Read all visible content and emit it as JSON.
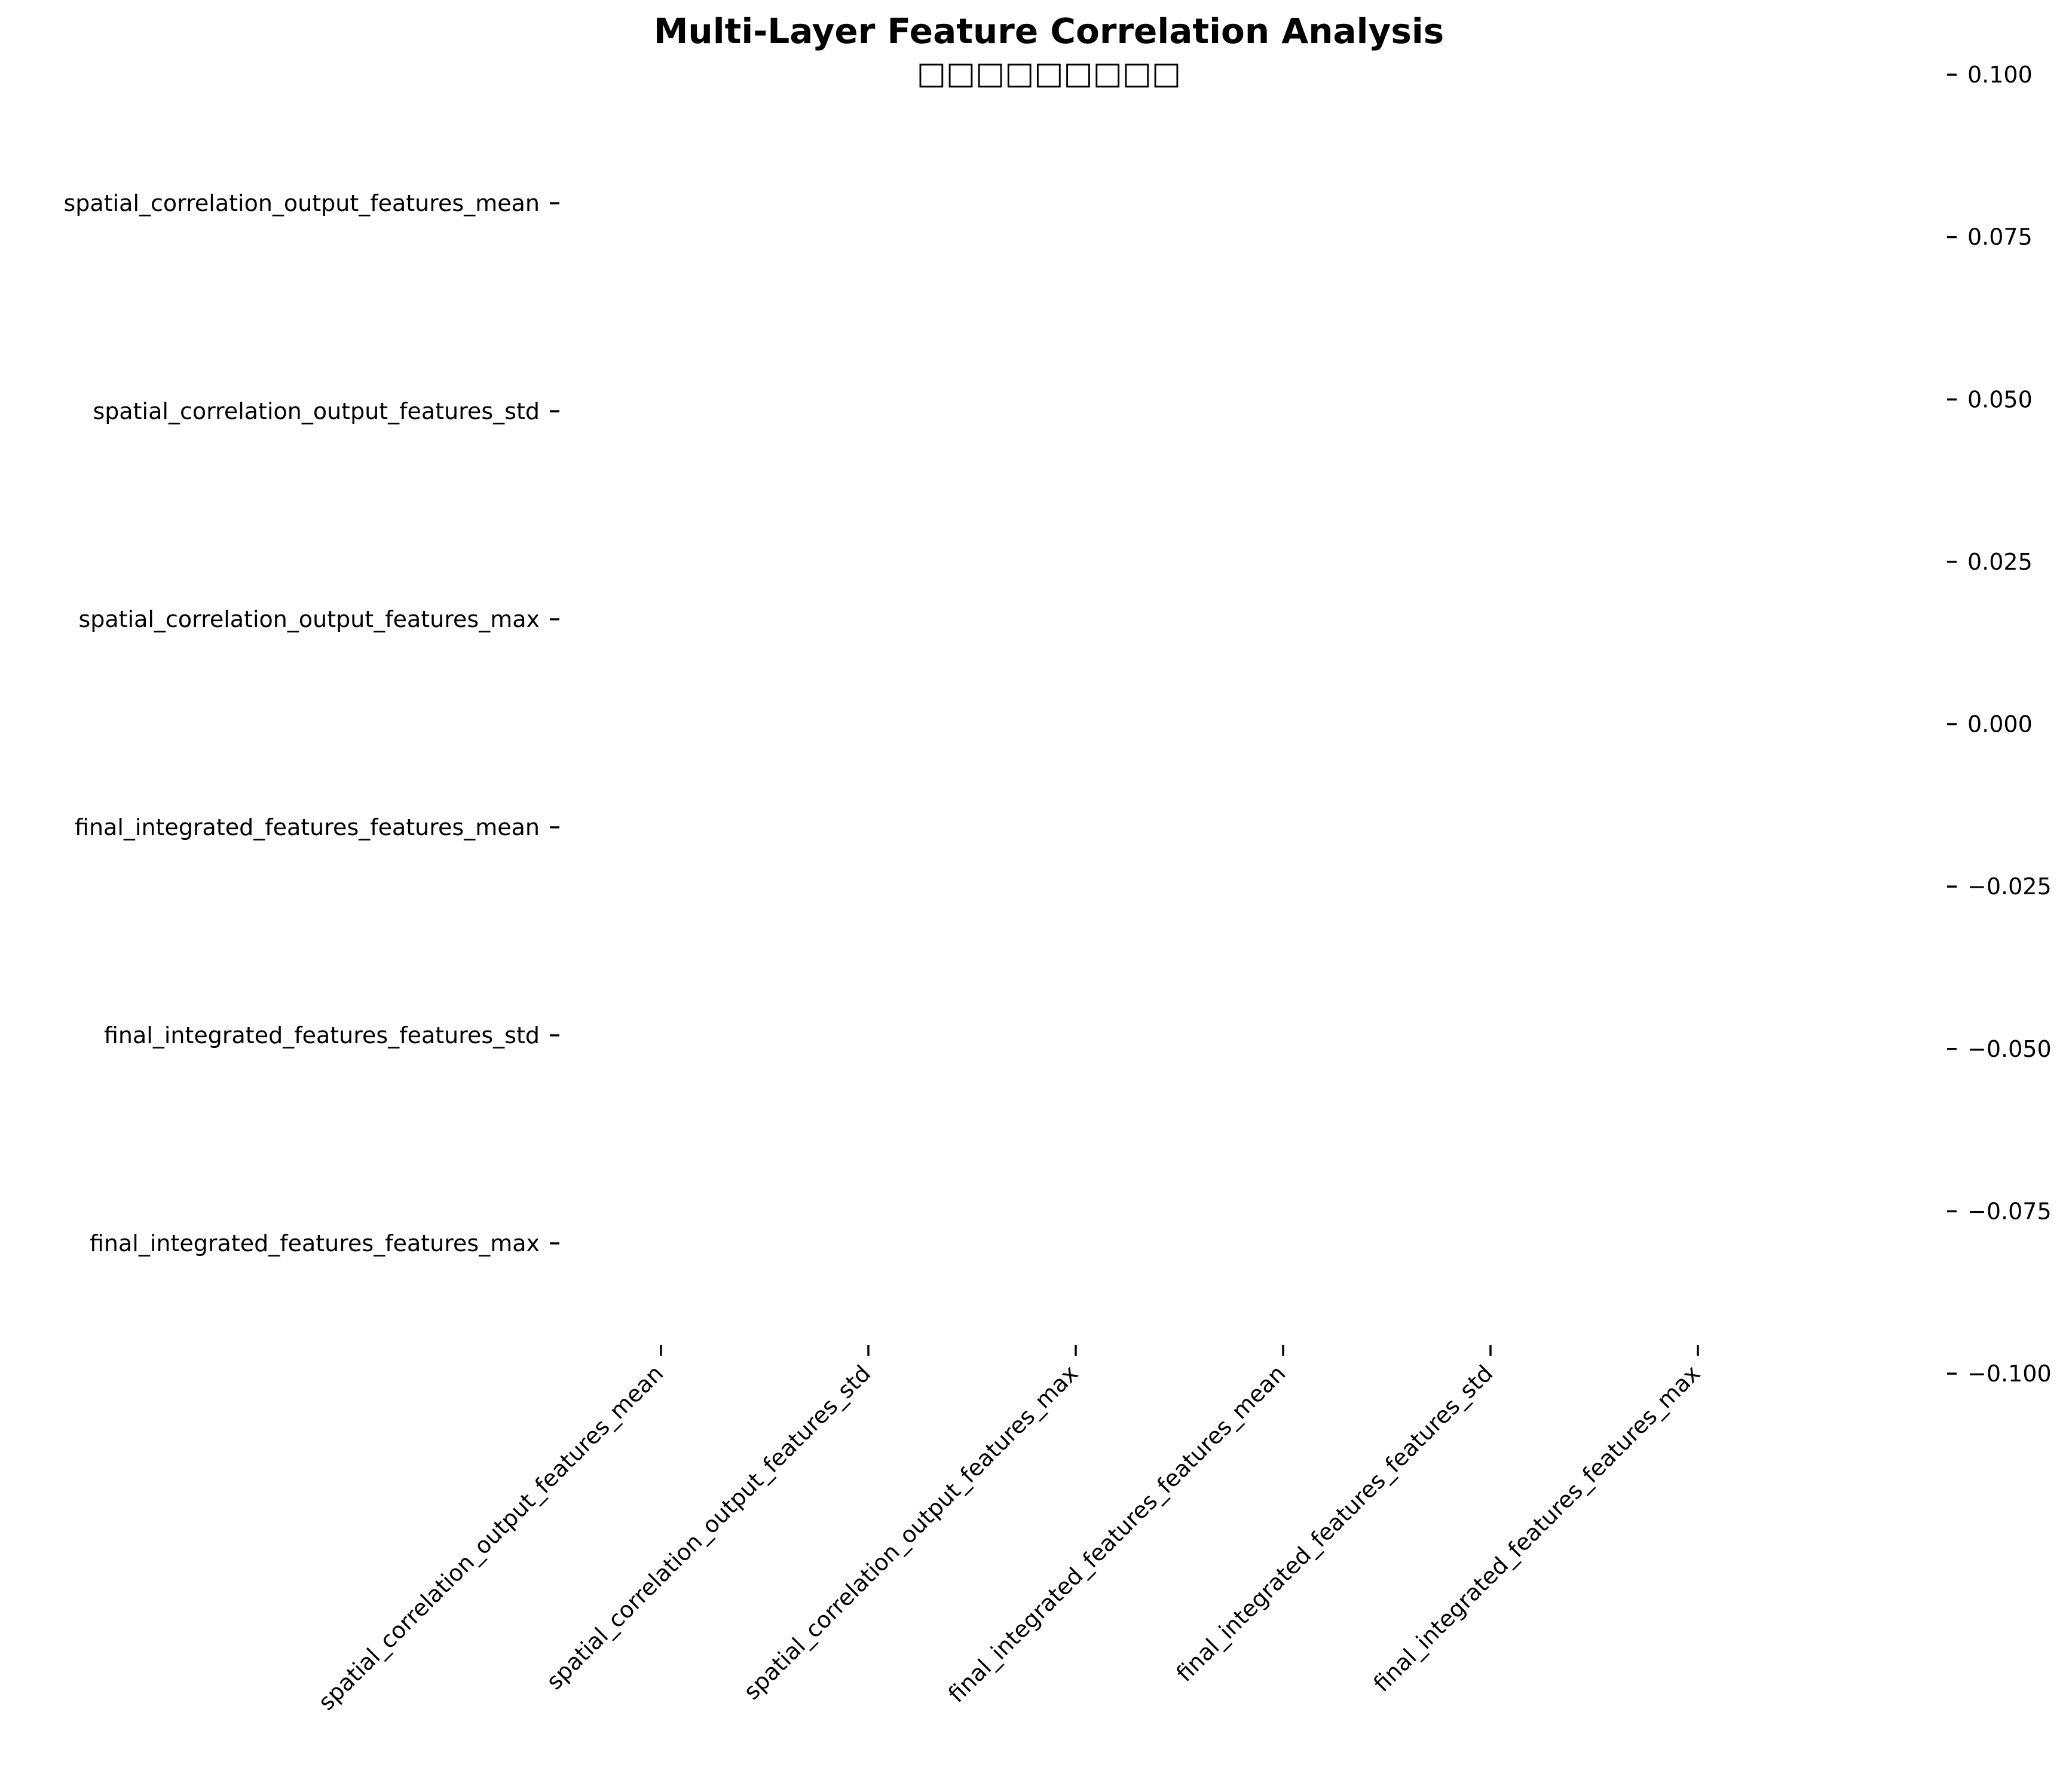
{
  "chart_data": {
    "type": "heatmap",
    "title": "Multi-Layer Feature Correlation Analysis",
    "subtitle": "□□□□□□□□□",
    "x_categories": [
      "spatial_correlation_output_features_mean",
      "spatial_correlation_output_features_std",
      "spatial_correlation_output_features_max",
      "final_integrated_features_features_mean",
      "final_integrated_features_features_std",
      "final_integrated_features_features_max"
    ],
    "y_categories": [
      "spatial_correlation_output_features_mean",
      "spatial_correlation_output_features_std",
      "spatial_correlation_output_features_max",
      "final_integrated_features_features_mean",
      "final_integrated_features_features_std",
      "final_integrated_features_features_max"
    ],
    "values": [
      [
        null,
        null,
        null,
        null,
        null,
        null
      ],
      [
        null,
        null,
        null,
        null,
        null,
        null
      ],
      [
        null,
        null,
        null,
        null,
        null,
        null
      ],
      [
        null,
        null,
        null,
        null,
        null,
        null
      ],
      [
        null,
        null,
        null,
        null,
        null,
        null
      ],
      [
        null,
        null,
        null,
        null,
        null,
        null
      ]
    ],
    "colorbar": {
      "range": [
        -0.1,
        0.1
      ],
      "ticks": [
        0.1,
        0.075,
        0.05,
        0.025,
        0.0,
        -0.025,
        -0.05,
        -0.075,
        -0.1
      ],
      "tick_labels": [
        "0.100",
        "0.075",
        "0.050",
        "0.025",
        "0.000",
        "−0.025",
        "−0.050",
        "−0.075",
        "−0.100"
      ]
    },
    "xlabel": "",
    "ylabel": "",
    "grid": false,
    "legend": "none"
  }
}
